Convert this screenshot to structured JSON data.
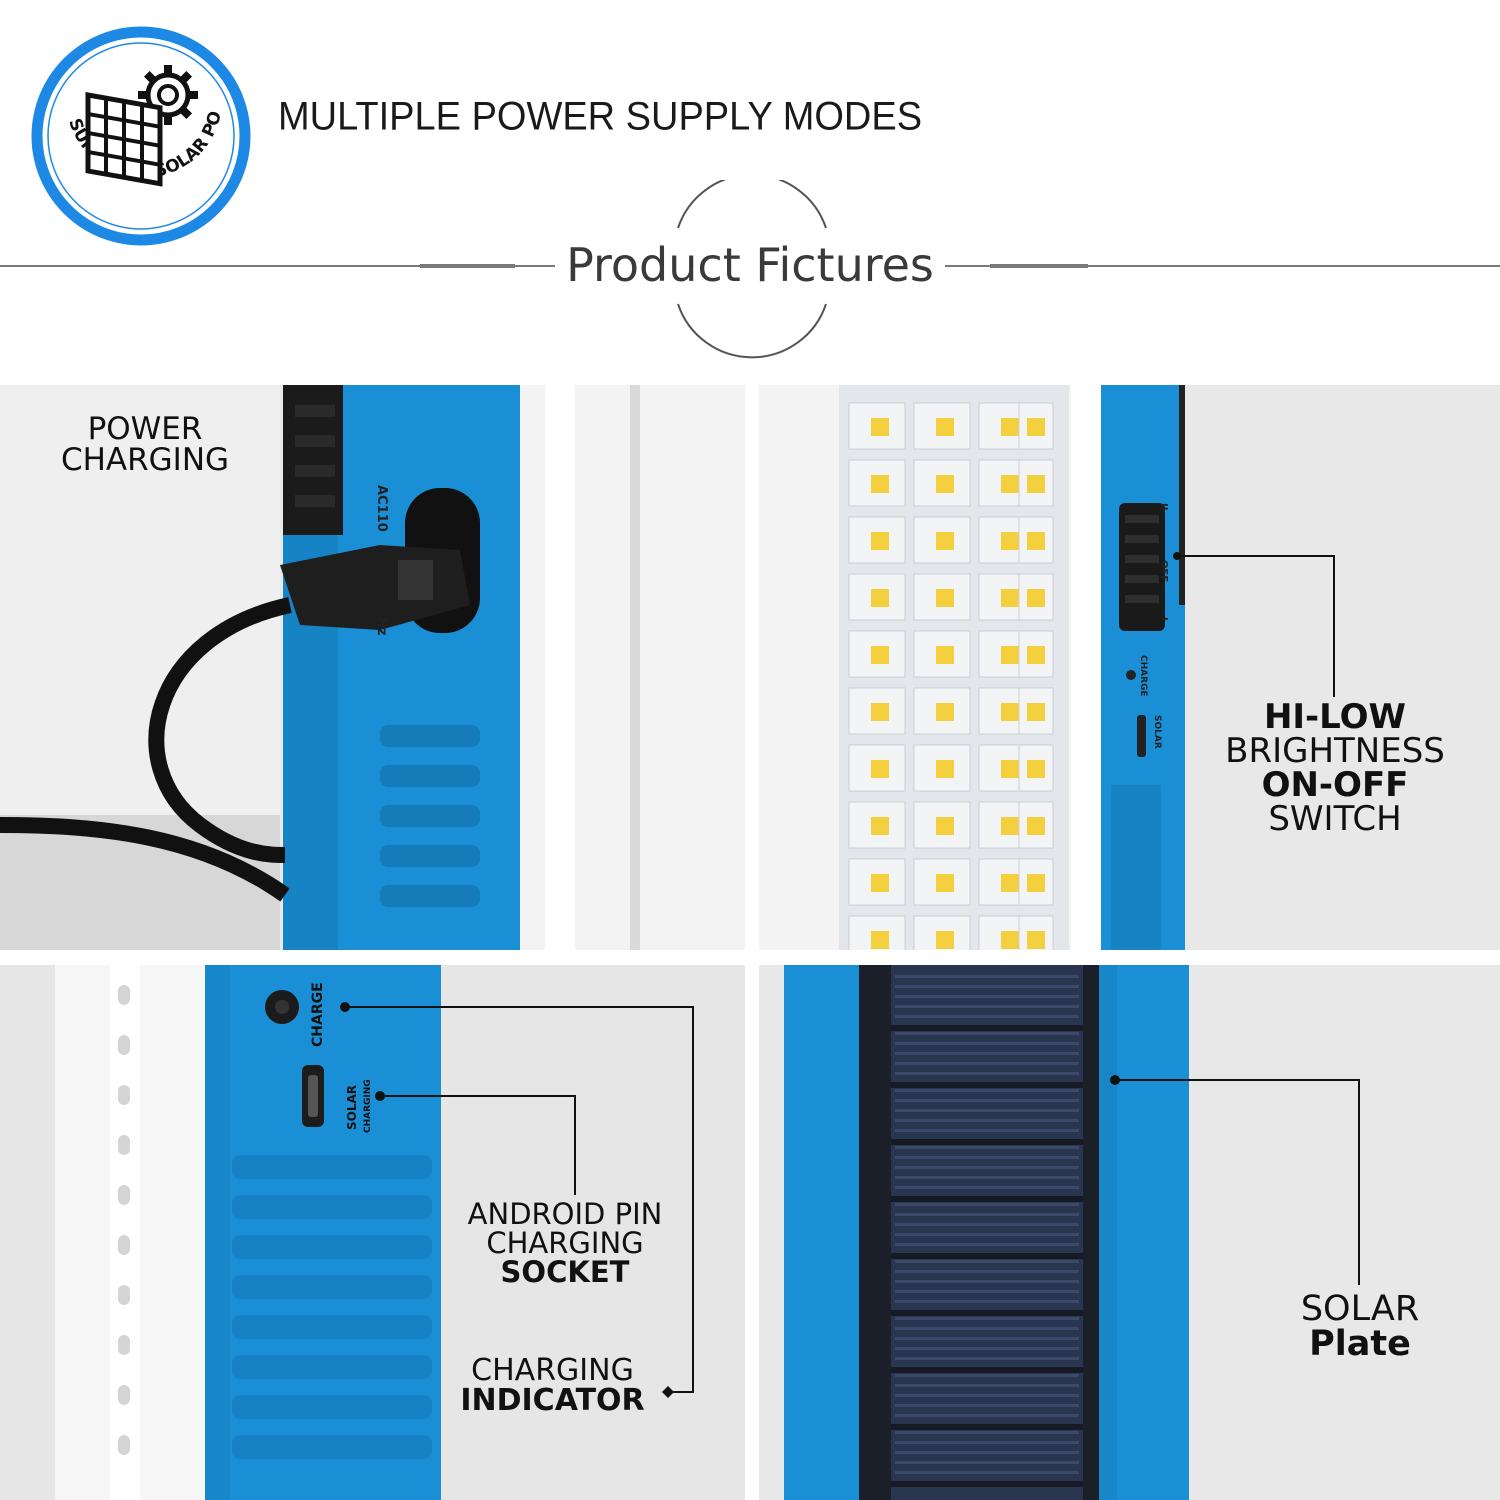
{
  "badge": {
    "text": "SUPPORT'S SOLAR POWER",
    "icon": "solar-panel-gear-icon",
    "ring_color": "#1e88e5"
  },
  "headline": "MULTIPLE POWER SUPPLY MODES",
  "section_title": "Product Fictures",
  "panels": {
    "power": {
      "line1": "POWER",
      "line2": "CHARGING",
      "printed": "AC110",
      "printed2": "Hz"
    },
    "switch": {
      "line1": "HI-LOW",
      "line2": "BRIGHTNESS",
      "line3": "ON-OFF",
      "line4": "SWITCH",
      "tiny_charge": "CHARGE",
      "tiny_solar": "SOLAR",
      "tiny_off": "OFF",
      "tiny_i": "I",
      "tiny_ii": "II"
    },
    "socket": {
      "line1": "ANDROID PIN",
      "line2": "CHARGING",
      "line3": "SOCKET",
      "ind1": "CHARGING",
      "ind2": "INDICATOR",
      "tiny_charge": "CHARGE",
      "tiny_solar": "SOLAR",
      "tiny_charging": "CHARGING"
    },
    "solar": {
      "line1": "SOLAR",
      "line2": "Plate"
    }
  },
  "colors": {
    "body_blue": "#1a8fd6",
    "bg_grey": "#e6e6e6",
    "solar_dark": "#2a3550"
  }
}
